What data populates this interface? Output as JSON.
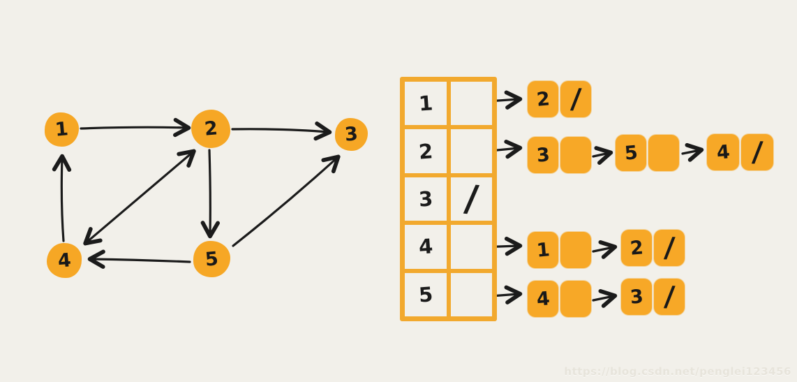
{
  "page": {
    "background_color": "#f2f0ea",
    "accent_orange": "#f6a725",
    "ink_color": "#1b1b1b",
    "watermark": "https://blog.csdn.net/penglei123456"
  },
  "graph": {
    "description": "directed-graph",
    "nodes": [
      {
        "id": "1",
        "label": "1"
      },
      {
        "id": "2",
        "label": "2"
      },
      {
        "id": "3",
        "label": "3"
      },
      {
        "id": "4",
        "label": "4"
      },
      {
        "id": "5",
        "label": "5"
      }
    ],
    "edges": [
      {
        "from": "1",
        "to": "2"
      },
      {
        "from": "2",
        "to": "3"
      },
      {
        "from": "4",
        "to": "1"
      },
      {
        "from": "2",
        "to": "5"
      },
      {
        "from": "4",
        "to": "2",
        "bidirectional": true
      },
      {
        "from": "5",
        "to": "4"
      },
      {
        "from": "5",
        "to": "3"
      }
    ]
  },
  "adjacency_list": {
    "null_symbol": "/",
    "rows": [
      {
        "vertex": "1",
        "pointer": "",
        "list": [
          {
            "value": "2",
            "next": "/"
          }
        ]
      },
      {
        "vertex": "2",
        "pointer": "",
        "list": [
          {
            "value": "3",
            "next": ""
          },
          {
            "value": "5",
            "next": ""
          },
          {
            "value": "4",
            "next": "/"
          }
        ]
      },
      {
        "vertex": "3",
        "pointer": "/",
        "list": []
      },
      {
        "vertex": "4",
        "pointer": "",
        "list": [
          {
            "value": "1",
            "next": ""
          },
          {
            "value": "2",
            "next": "/"
          }
        ]
      },
      {
        "vertex": "5",
        "pointer": "",
        "list": [
          {
            "value": "4",
            "next": ""
          },
          {
            "value": "3",
            "next": "/"
          }
        ]
      }
    ]
  }
}
